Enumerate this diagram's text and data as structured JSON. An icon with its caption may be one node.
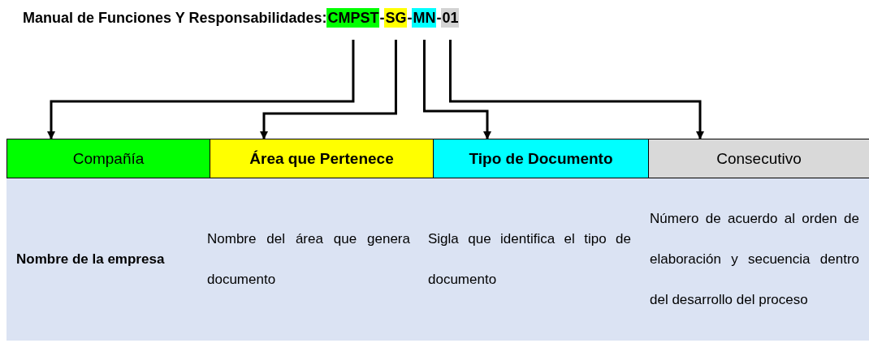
{
  "diagram": {
    "nodes": [
      {
        "text": [
          "CMPST"
        ]
      },
      {
        "text": [
          "SG"
        ]
      },
      {
        "text": [
          "MN"
        ]
      },
      {
        "text": [
          "01"
        ]
      },
      {
        "text": [
          "Compañía"
        ]
      },
      {
        "text": [
          "Área que Pertenece"
        ]
      },
      {
        "text": [
          "Tipo de Documento"
        ]
      },
      {
        "text": [
          "Consecutivo"
        ]
      }
    ],
    "edges": [
      {
        "from": 0,
        "to": 4,
        "arrow": "to"
      },
      {
        "from": 1,
        "to": 5,
        "arrow": "to"
      },
      {
        "from": 2,
        "to": 6,
        "arrow": "to"
      },
      {
        "from": 3,
        "to": 7,
        "arrow": "to"
      }
    ],
    "labels": [
      "Manual de Funciones Y Responsabilidades:",
      "-",
      "-",
      "-",
      "Nombre de la empresa",
      "Nombre del área que genera documento",
      "Sigla que identifica el tipo de documento",
      "Número de acuerdo al orden de elaboración y secuencia dentro del desarrollo del proceso"
    ]
  }
}
